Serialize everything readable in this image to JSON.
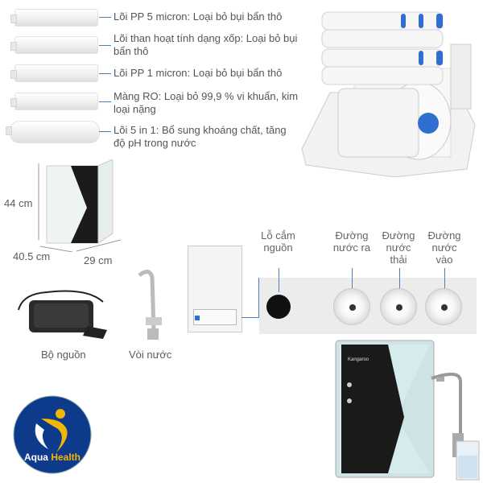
{
  "filters": [
    {
      "label": "Lõi PP 5 micron: Loại bỏ bụi bẩn thô"
    },
    {
      "label": "Lõi than hoạt tính dạng xốp: Loại bỏ bụi bẩn thô"
    },
    {
      "label": "Lõi PP 1 micron: Loại bỏ bụi bẩn thô"
    },
    {
      "label": "Màng RO: Loại bỏ 99,9 % vi khuẩn, kim loại nặng"
    },
    {
      "label": "Lõi 5 in 1: Bổ sung khoáng chất, tăng độ pH trong nước"
    }
  ],
  "dimensions": {
    "height": "44 cm",
    "depth": "40.5 cm",
    "width": "29 cm"
  },
  "accessories": {
    "power": "Bộ nguồn",
    "faucet": "Vòi nước"
  },
  "ports": {
    "power": "Lỗ cắm nguồn",
    "out": "Đường nước ra",
    "waste": "Đường nước thải",
    "in": "Đường nước vào"
  },
  "brand": "Kangaroo",
  "logo": {
    "text": "Aqua Health",
    "colors": {
      "bg": "#0e3a8c",
      "accent": "#f2b705"
    }
  },
  "colors": {
    "line": "#4a7fc0",
    "filter_cap": "#2f6fd0"
  }
}
